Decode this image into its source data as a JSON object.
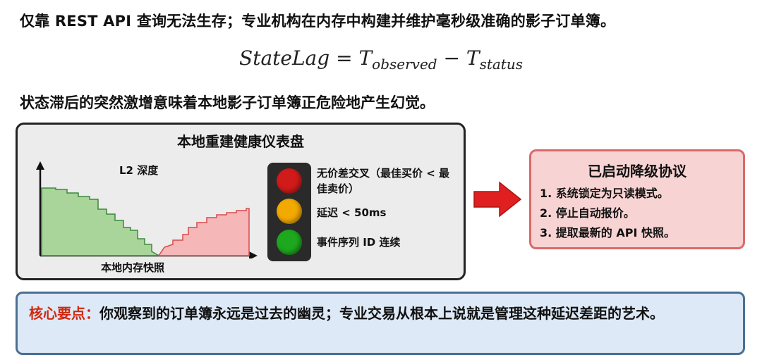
{
  "headline": "仅靠 REST API 查询无法生存；专业机构在内存中构建并维护毫秒级准确的影子订单簿。",
  "formula": {
    "lhs": "StateLag",
    "equals": "=",
    "t1_symbol": "T",
    "t1_sub": "observed",
    "minus": "−",
    "t2_symbol": "T",
    "t2_sub": "status"
  },
  "subline": "状态滞后的突然激增意味着本地影子订单簿正危险地产生幻觉。",
  "dashboard": {
    "title": "本地重建健康仪表盘",
    "chart": {
      "label_top": "L2 深度",
      "label_bottom": "本地内存快照"
    },
    "conditions": [
      "无价差交叉（最佳买价 < 最佳卖价）",
      "延迟 < 50ms",
      "事件序列 ID 连续"
    ],
    "lamp_colors": [
      "#d11a1a",
      "#f2a900",
      "#1ea81e"
    ]
  },
  "protocol": {
    "title": "已启动降级协议",
    "items": [
      "1.  系统锁定为只读模式。",
      "2.  停止自动报价。",
      "3.  提取最新的 API 快照。"
    ]
  },
  "takeaway": {
    "key": "核心要点：",
    "text": "你观察到的订单簿永远是过去的幽灵；专业交易从根本上说就是管理这种延迟差距的艺术。"
  },
  "colors": {
    "bid_fill": "#a9d49a",
    "bid_line": "#3c8a3c",
    "ask_fill": "#f5b7b7",
    "ask_line": "#d94a4a",
    "arrow": "#e02020",
    "takeaway_key": "#d2280f"
  }
}
